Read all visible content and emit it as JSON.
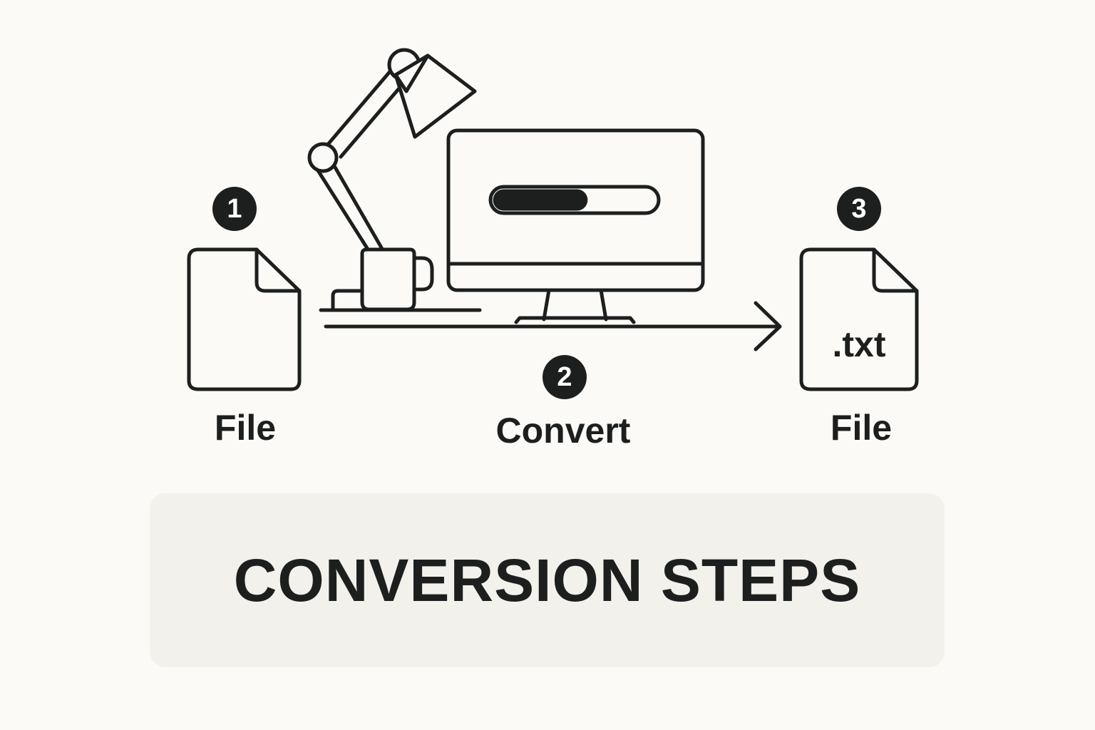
{
  "steps": [
    {
      "number": "1",
      "label": "File",
      "icon": "document-icon"
    },
    {
      "number": "2",
      "label": "Convert",
      "icon": "computer-monitor-icon"
    },
    {
      "number": "3",
      "label": "File",
      "icon": "txt-document-icon",
      "extension": ".txt"
    }
  ],
  "progress": {
    "fraction": 0.58
  },
  "title": "CONVERSION STEPS",
  "colors": {
    "background": "#fbfaf6",
    "ink": "#1d1f1f",
    "panel": "#f2f1ec",
    "badge_text": "#ffffff"
  }
}
